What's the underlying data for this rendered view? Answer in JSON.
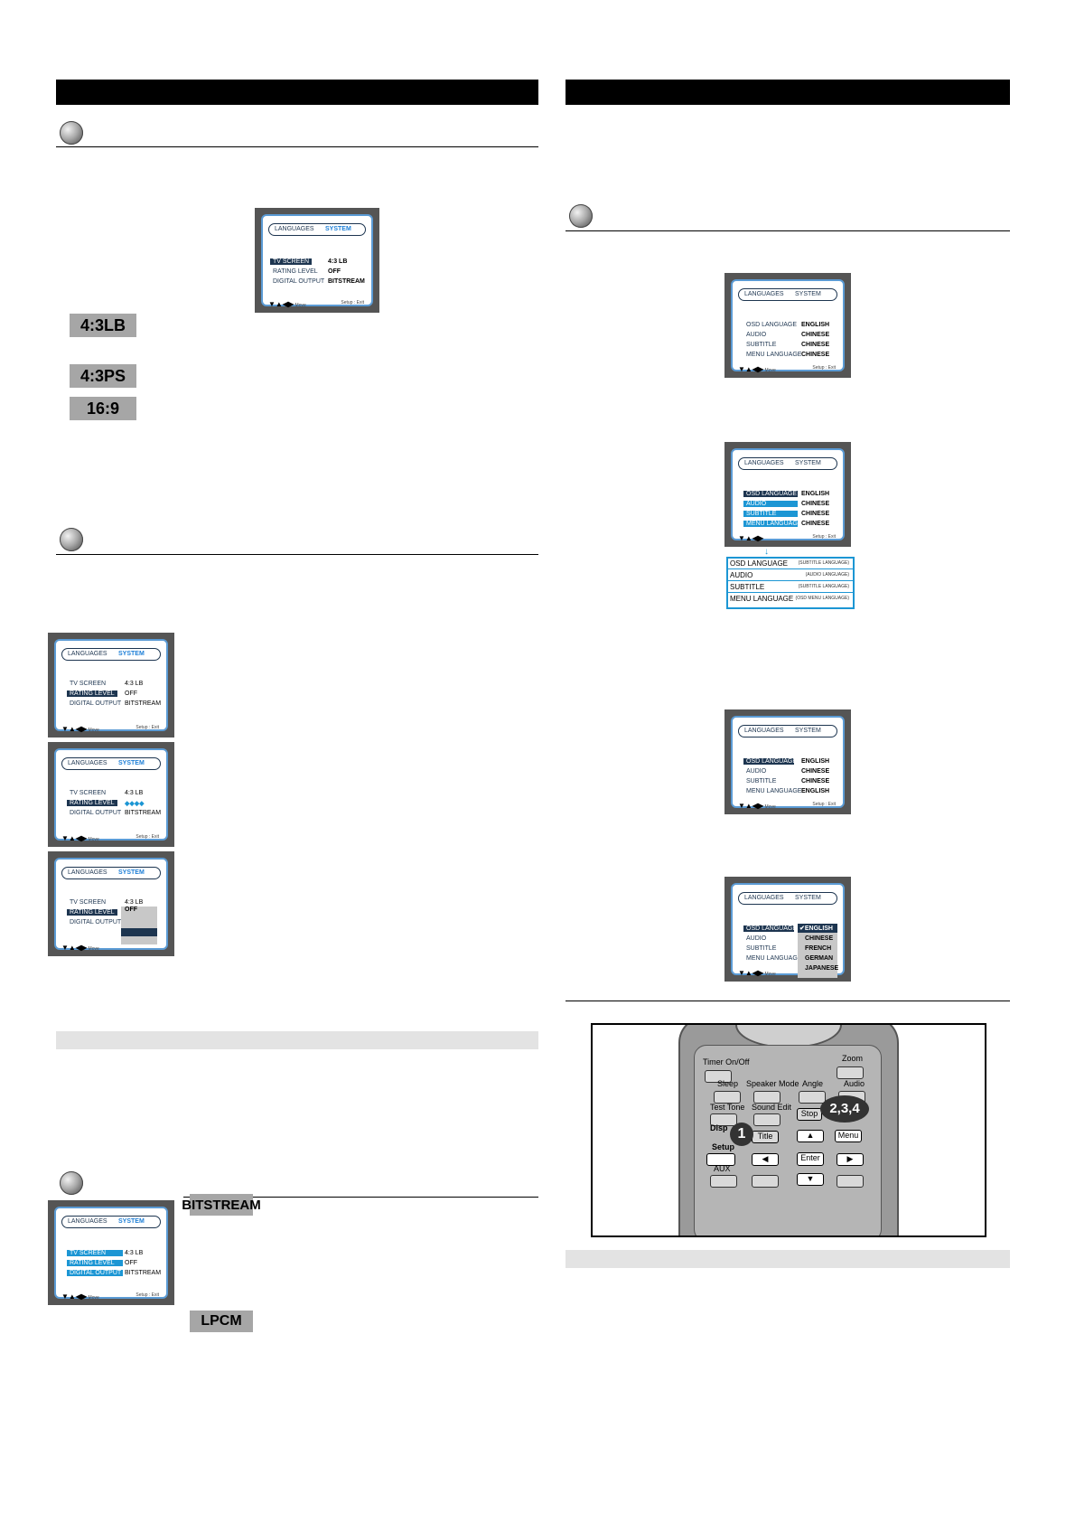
{
  "left_column": {
    "tv_screen_section": {
      "options": [
        "4:3LB",
        "4:3PS",
        "16:9"
      ]
    },
    "digital_output_section": {
      "options": [
        "BITSTREAM",
        "LPCM"
      ]
    }
  },
  "osd": {
    "tab_languages": "LANGUAGES",
    "tab_system": "SYSTEM",
    "tv_screen": "TV SCREEN",
    "rating_level": "RATING LEVEL",
    "digital_output": "DIGITAL OUTPUT",
    "value_tv": "4:3 LB",
    "value_rating": "OFF",
    "value_digital": "BITSTREAM",
    "rating_off": "OFF",
    "osd_language": "OSD LANGUAGE",
    "audio": "AUDIO",
    "subtitle": "SUBTITLE",
    "menu_language": "MENU LANGUAGE",
    "english": "ENGLISH",
    "chinese": "CHINESE",
    "french": "FRENCH",
    "german": "GERMAN",
    "japanese": "JAPANESE",
    "footer_move": "Move",
    "footer_exit": "Setup : Exit"
  },
  "language_codes": {
    "rows": [
      {
        "label": "OSD LANGUAGE",
        "code": "(SUBTITLE LANGUAGE)"
      },
      {
        "label": "AUDIO",
        "code": "(AUDIO LANGUAGE)"
      },
      {
        "label": "SUBTITLE",
        "code": "(SUBTITLE LANGUAGE)"
      },
      {
        "label": "MENU LANGUAGE",
        "code": "(OSD MENU LANGUAGE)"
      }
    ]
  },
  "remote": {
    "timer": "Timer On/Off",
    "zoom": "Zoom",
    "sleep": "Sleep",
    "speaker_mode": "Speaker Mode",
    "angle": "Angle",
    "audio": "Audio",
    "test_tone": "Test Tone",
    "sound_edit": "Sound Edit",
    "stop": "Stop",
    "display": "Disp",
    "title": "Title",
    "menu": "Menu",
    "setup": "Setup",
    "enter": "Enter",
    "aux": "AUX",
    "callout_1": "1",
    "callout_234": "2,3,4"
  }
}
